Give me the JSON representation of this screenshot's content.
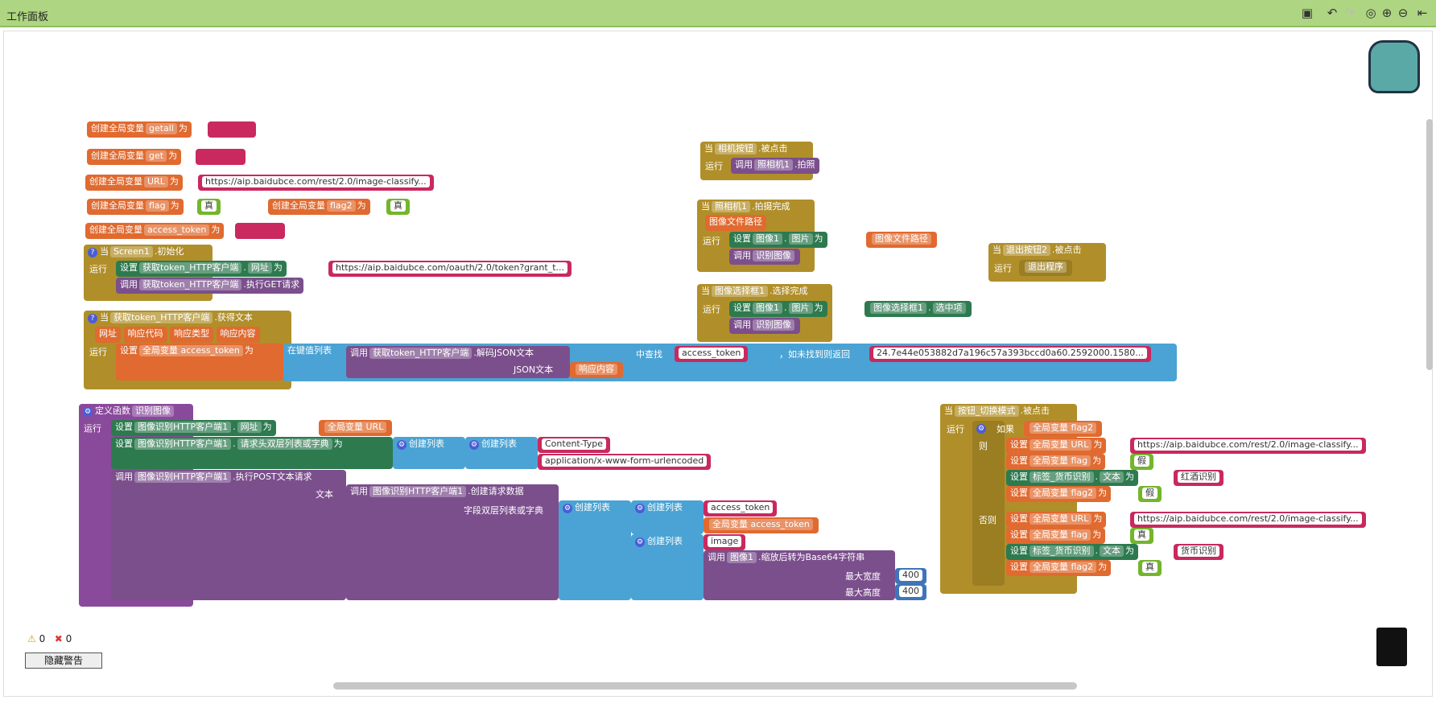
{
  "header": {
    "title": "工作面板"
  },
  "toolbar": [
    "save-icon",
    "undo-icon",
    "redo-icon",
    "recenter-icon",
    "zoom-in-icon",
    "zoom-out-icon",
    "exit-icon"
  ],
  "kw": {
    "create": "创建全局变量",
    "as": "为",
    "when": "当",
    "run": "运行",
    "set": "设置",
    "call": "调用",
    "def": "定义函数",
    "if": "如果",
    "then": "则",
    "else": "否则",
    "dot": ".",
    "global": "全局变量",
    "blist": "创建列表",
    "ofst": "在键值列表",
    "find": "中查找",
    "notfound": "，如未找到则返回",
    "json": "JSON文本",
    "text": "文本",
    "maxw": "最大宽度",
    "maxh": "最大高度"
  },
  "globals": [
    {
      "name": "getall",
      "val": ""
    },
    {
      "name": "get",
      "val": ""
    },
    {
      "name": "URL",
      "val": "https://aip.baidubce.com/rest/2.0/image-classify..."
    },
    {
      "name": "flag",
      "val": "真"
    },
    {
      "name": "flag2",
      "val": "真"
    },
    {
      "name": "access_token",
      "val": ""
    }
  ],
  "screen1": {
    "comp": "Screen1",
    "ev": ".初始化",
    "set_comp": "获取token_HTTP客户端",
    "prop": "网址",
    "url": "https://aip.baidubce.com/oauth/2.0/token?grant_t...",
    "call_comp": "获取token_HTTP客户端",
    "call_m": ".执行GET请求"
  },
  "gotText": {
    "comp": "获取token_HTTP客户端",
    "ev": ".获得文本",
    "params": [
      "网址",
      "响应代码",
      "响应类型",
      "响应内容"
    ],
    "var": "全局变量 access_token",
    "dec_comp": "获取token_HTTP客户端",
    "dec_m": ".解码JSON文本",
    "json_val": "响应内容",
    "key": "access_token",
    "default": "24.7e44e053882d7a196c57a393bccd0a60.2592000.1580..."
  },
  "cam": {
    "comp": "相机按钮",
    "ev": ".被点击",
    "call_comp": "照相机1",
    "call_m": ".拍照"
  },
  "camDone": {
    "comp": "照相机1",
    "ev": ".拍摄完成",
    "param": "图像文件路径",
    "img": "图像1",
    "prop": "图片",
    "val": "图像文件路径",
    "proc": "识别图像"
  },
  "picker": {
    "comp": "图像选择框1",
    "ev": ".选择完成",
    "img": "图像1",
    "prop": "图片",
    "src": "图像选择框1",
    "srcprop": "选中项",
    "proc": "识别图像"
  },
  "exit": {
    "comp": "退出按钮2",
    "ev": ".被点击",
    "act": "退出程序"
  },
  "proc": {
    "name": "识别图像",
    "c1": "图像识别HTTP客户端1",
    "p1": "网址",
    "v1": "全局变量 URL",
    "p2": "请求头双层列表或字典",
    "h1": "Content-Type",
    "h2": "application/x-www-form-urlencoded",
    "m3": ".执行POST文本请求",
    "m4": ".创建请求数据",
    "dl": "字段双层列表或字典",
    "k1": "access_token",
    "v1b": "全局变量 access_token",
    "k2": "image",
    "img": "图像1",
    "m5": ".缩放后转为Base64字符串",
    "w": "400",
    "h": "400"
  },
  "sw": {
    "comp": "按钮_切换模式",
    "ev": ".被点击",
    "cond": "全局变量 flag2",
    "url1": "https://aip.baidubce.com/rest/2.0/image-classify...",
    "flag1": "假",
    "lab": "标签_货币识别",
    "lprop": "文本",
    "t1": "红酒识别",
    "f2a": "假",
    "url2": "https://aip.baidubce.com/rest/2.0/image-classify...",
    "flag2": "真",
    "t2": "货币识别",
    "f2b": "真",
    "vURL": "全局变量 URL",
    "vflag": "全局变量 flag",
    "vflag2": "全局变量 flag2"
  },
  "warnings": {
    "w": "0",
    "e": "0",
    "btn": "隐藏警告"
  }
}
